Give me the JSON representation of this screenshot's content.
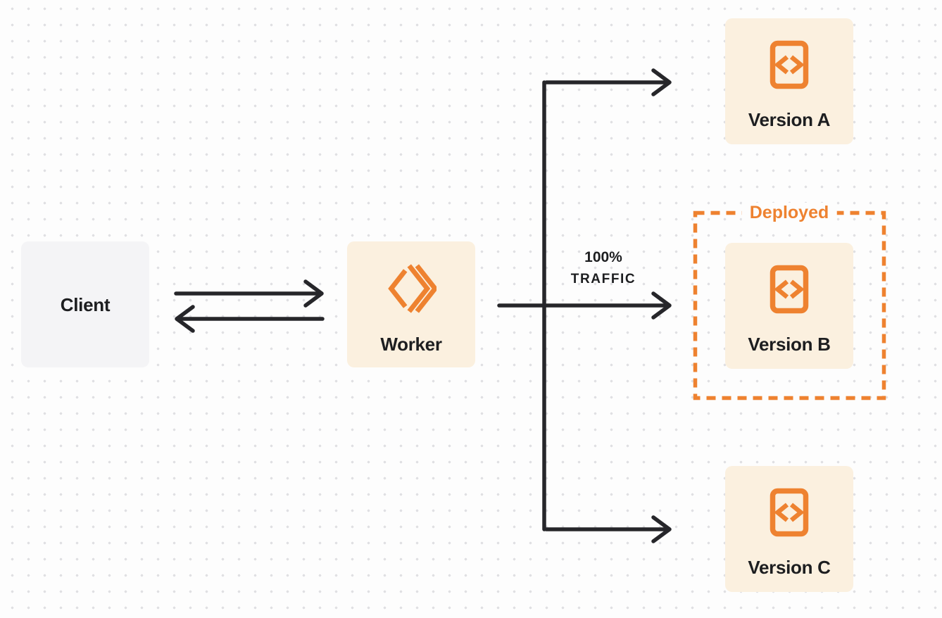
{
  "diagram": {
    "client": {
      "label": "Client"
    },
    "worker": {
      "label": "Worker",
      "icon": "worker-chevrons-icon"
    },
    "traffic": {
      "line1": "100%",
      "line2": "TRAFFIC"
    },
    "deployed": {
      "label": "Deployed"
    },
    "versions": [
      {
        "label": "Version A",
        "icon": "code-file-icon"
      },
      {
        "label": "Version B",
        "icon": "code-file-icon",
        "in_deployed_group": true
      },
      {
        "label": "Version C",
        "icon": "code-file-icon"
      }
    ],
    "edges": [
      {
        "from": "Client",
        "to": "Worker"
      },
      {
        "from": "Worker",
        "to": "Client"
      },
      {
        "from": "Worker",
        "to": "Version A"
      },
      {
        "from": "Worker",
        "to": "Version B",
        "label": "100% TRAFFIC"
      },
      {
        "from": "Worker",
        "to": "Version C"
      }
    ],
    "colors": {
      "accent_orange": "#EE8230",
      "node_fill_cream": "#FBF0DF",
      "client_fill_gray": "#F4F4F6",
      "connector_dark": "#26262A",
      "text_dark": "#1D1E20",
      "background": "#FDFDFD",
      "dot_grid": "#E0E0E3"
    }
  }
}
